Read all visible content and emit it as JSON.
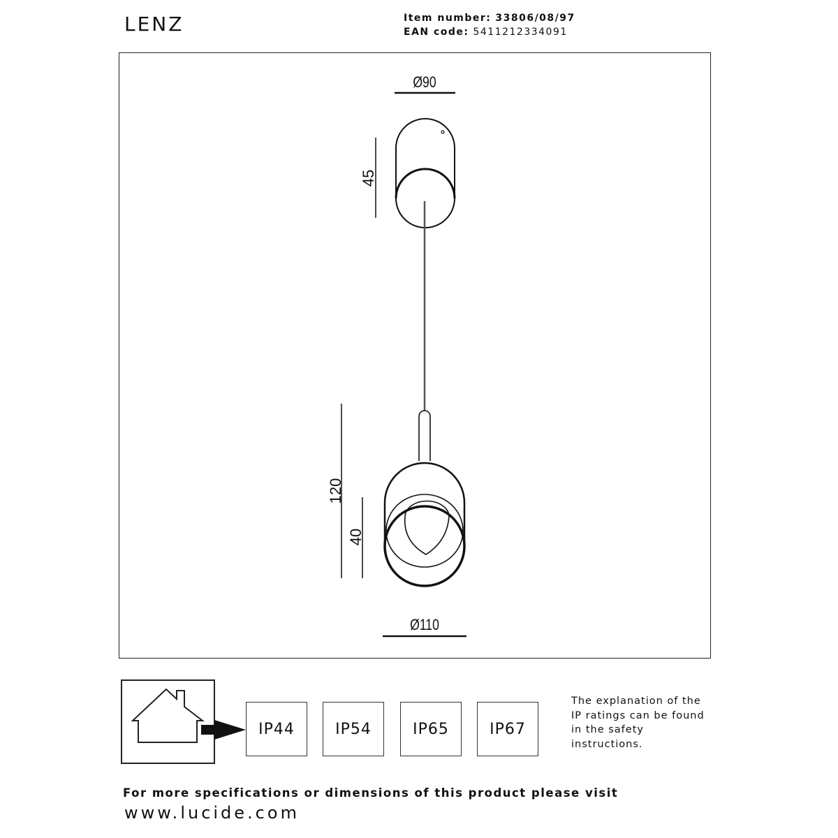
{
  "header": {
    "title": "LENZ",
    "item_number_label": "Item number:",
    "item_number": "33806/08/97",
    "ean_label": "EAN code:",
    "ean": "5411212334091"
  },
  "drawing": {
    "canopy_diameter": "Ø90",
    "canopy_height": "45",
    "total_height": "120",
    "shade_height": "40",
    "shade_diameter": "Ø110"
  },
  "ip": {
    "icon": "indoor-house-icon",
    "ratings": [
      "IP44",
      "IP54",
      "IP65",
      "IP67"
    ],
    "note": "The explanation of the IP ratings can be found in the safety instructions."
  },
  "footer": {
    "text": "For more specifications or dimensions of this product please visit",
    "link": "www.lucide.com"
  }
}
